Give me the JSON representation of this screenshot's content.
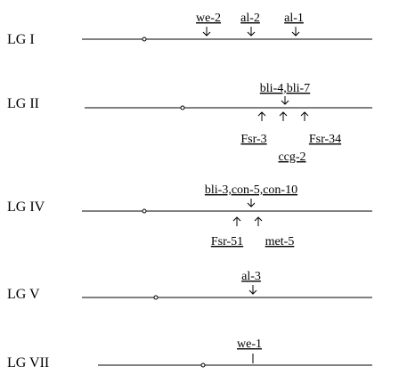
{
  "colors": {
    "line": "#000000",
    "background": "#ffffff"
  },
  "groups": [
    {
      "label": "LG I",
      "genes_above": [
        "we-2",
        "al-2",
        "al-1"
      ],
      "genes_below": []
    },
    {
      "label": "LG II",
      "genes_above": [
        "bli-4,bli-7"
      ],
      "genes_below": [
        "Fsr-3",
        "Fsr-34",
        "ccg-2"
      ]
    },
    {
      "label": "LG IV",
      "genes_above": [
        "bli-3,con-5,con-10"
      ],
      "genes_below": [
        "Fsr-51",
        "met-5"
      ]
    },
    {
      "label": "LG V",
      "genes_above": [
        "al-3"
      ],
      "genes_below": []
    },
    {
      "label": "LG VII",
      "genes_above": [
        "we-1"
      ],
      "genes_below": []
    }
  ]
}
